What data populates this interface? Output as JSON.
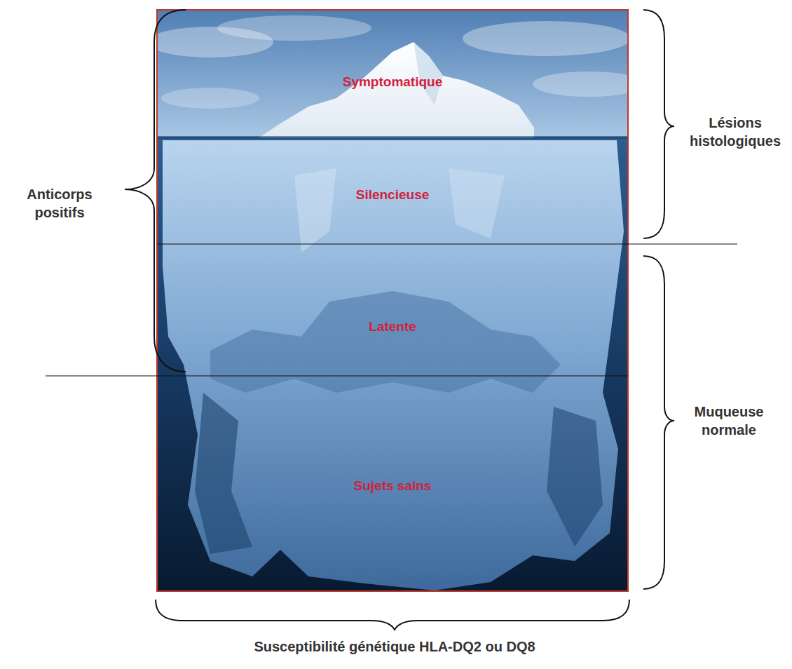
{
  "diagram": {
    "labels": [
      "Symptomatique",
      "Lésions histologiques",
      "Anticorps positifs",
      "Silencieuse",
      "Latente",
      "Muqueuse normale",
      "Sujets sains",
      "Susceptibilité génétique HLA-DQ2 ou DQ8"
    ]
  }
}
